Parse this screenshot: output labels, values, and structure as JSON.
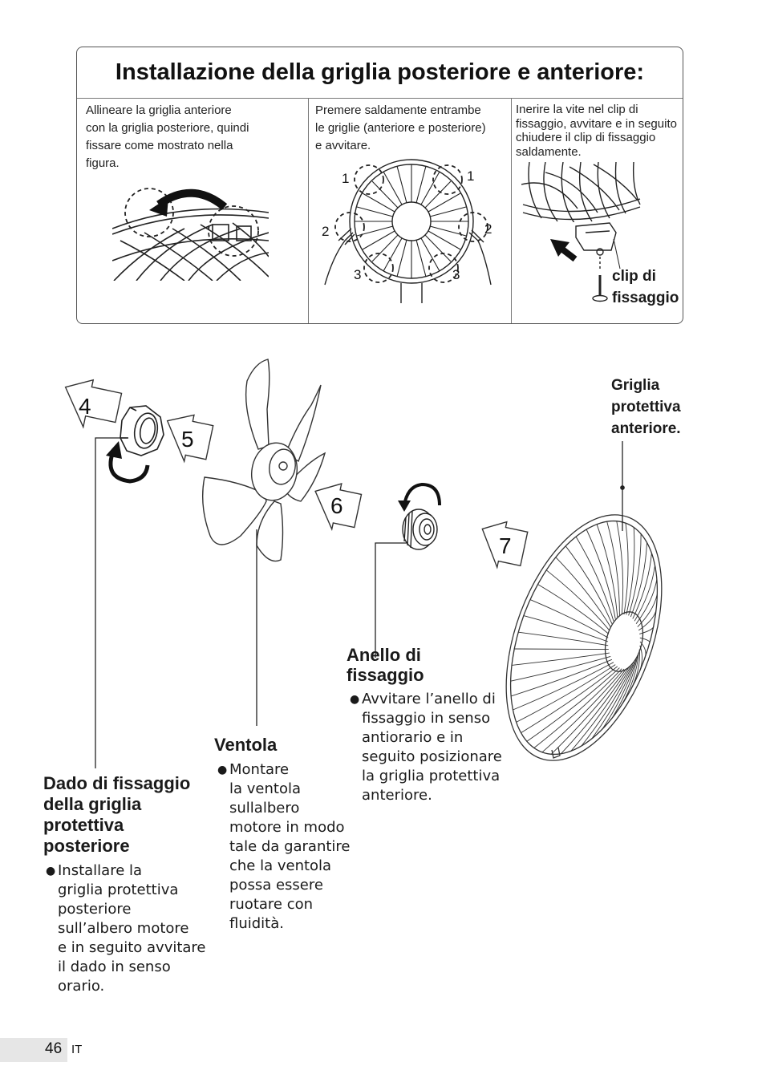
{
  "header": {
    "title": "Installazione della griglia posteriore e anteriore:"
  },
  "steps": [
    {
      "text_lines": [
        "Allineare la griglia anteriore",
        "con la griglia posteriore, quindi",
        "fissare come mostrato nella",
        "figura."
      ]
    },
    {
      "text_lines": [
        "Premere saldamente entrambe",
        "le griglie (anteriore e posteriore)",
        "e avvitare."
      ],
      "callouts": [
        "1",
        "1",
        "2",
        "2",
        "3",
        "3"
      ]
    },
    {
      "text_lines": [
        "Inerire la vite nel clip di",
        "fissaggio, avvitare e in seguito",
        "chiudere il clip di fissaggio",
        "saldamente."
      ],
      "clip_label": [
        "clip di",
        "fissaggio"
      ]
    }
  ],
  "diagram": {
    "arrows": [
      "4",
      "5",
      "6",
      "7"
    ],
    "front_grille_label": [
      "Griglia",
      "protettiva",
      "anteriore."
    ]
  },
  "parts": {
    "nut": {
      "title_lines": [
        "Dado di fissaggio",
        "della griglia",
        "protettiva",
        "posteriore"
      ],
      "bullet_lines": [
        "Installare la",
        "griglia protettiva",
        "posteriore",
        "sull’albero motore",
        "e in seguito avvitare",
        "il dado in senso",
        "orario."
      ]
    },
    "fan": {
      "title": "Ventola",
      "bullet_lines": [
        "Montare",
        "la ventola",
        "sullalbero",
        "motore in modo",
        "tale da garantire",
        "che la ventola",
        "possa essere",
        "ruotare con",
        "fluidità."
      ]
    },
    "ring": {
      "title_lines": [
        "Anello di",
        "fissaggio"
      ],
      "bullet_lines": [
        "Avvitare l’anello di",
        "fissaggio in senso",
        "antiorario e in",
        "seguito posizionare",
        "la griglia protettiva",
        "anteriore."
      ]
    }
  },
  "footer": {
    "page_number": "46",
    "language": "IT"
  }
}
